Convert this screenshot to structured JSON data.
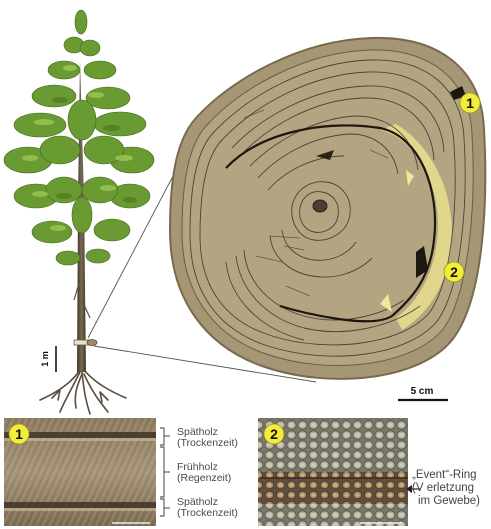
{
  "badges": {
    "one": "1",
    "two": "2"
  },
  "scale_bars": {
    "tree": "1 m",
    "disc": "5 cm"
  },
  "panel1_labels": {
    "top": {
      "line1": "Spätholz",
      "line2": "(Trockenzeit)"
    },
    "middle": {
      "line1": "Frühholz",
      "line2": "(Regenzeit)"
    },
    "bottom": {
      "line1": "Spätholz",
      "line2": "(Trockenzeit)"
    }
  },
  "panel2_label": {
    "line1": "„Event“-Ring",
    "line2": "(V erletzung",
    "line3": "im Gewebe)"
  },
  "colors": {
    "disc_fill": "#a59775",
    "disc_edge": "#7a6a4d",
    "ring_line": "#3b3226",
    "callus_yellow": "#e9df8e",
    "badge_yellow": "#f3ec3a",
    "leaf_green": "#6a9a32",
    "trunk": "#5e5040"
  }
}
